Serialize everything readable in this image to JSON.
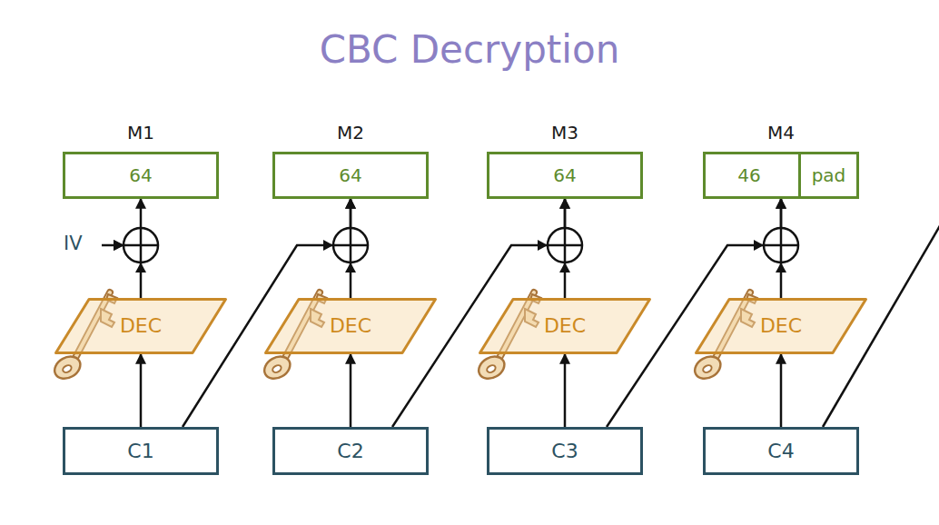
{
  "diagram": {
    "title": "CBC Decryption",
    "nodes": [
      {
        "text": [
          "M1",
          "64"
        ]
      },
      {
        "text": [
          "M2",
          "64"
        ]
      },
      {
        "text": [
          "M3",
          "64"
        ]
      },
      {
        "text": [
          "M4",
          "46"
        ]
      },
      {
        "text": [
          "pad"
        ],
        "in": 3
      },
      {
        "text": [
          "DEC"
        ]
      },
      {
        "text": [
          "DEC"
        ]
      },
      {
        "text": [
          "DEC"
        ]
      },
      {
        "text": [
          "DEC"
        ]
      },
      {
        "text": [
          "C1"
        ]
      },
      {
        "text": [
          "C2"
        ]
      },
      {
        "text": [
          "C3"
        ]
      },
      {
        "text": [
          "C4"
        ]
      }
    ],
    "edges": [
      {
        "from": 9,
        "to": 5,
        "arrow": "to"
      },
      {
        "from": 10,
        "to": 6,
        "arrow": "to"
      },
      {
        "from": 11,
        "to": 7,
        "arrow": "to"
      },
      {
        "from": 12,
        "to": 8,
        "arrow": "to"
      },
      {
        "from": 5,
        "to": 0,
        "arrow": "to"
      },
      {
        "from": 6,
        "to": 1,
        "arrow": "to"
      },
      {
        "from": 7,
        "to": 2,
        "arrow": "to"
      },
      {
        "from": 8,
        "to": 3,
        "arrow": "to"
      },
      {
        "from": 9,
        "to": 1,
        "arrow": "to"
      },
      {
        "from": 10,
        "to": 2,
        "arrow": "to"
      },
      {
        "from": 11,
        "to": 3,
        "arrow": "to"
      }
    ],
    "labels": [
      "IV"
    ]
  }
}
